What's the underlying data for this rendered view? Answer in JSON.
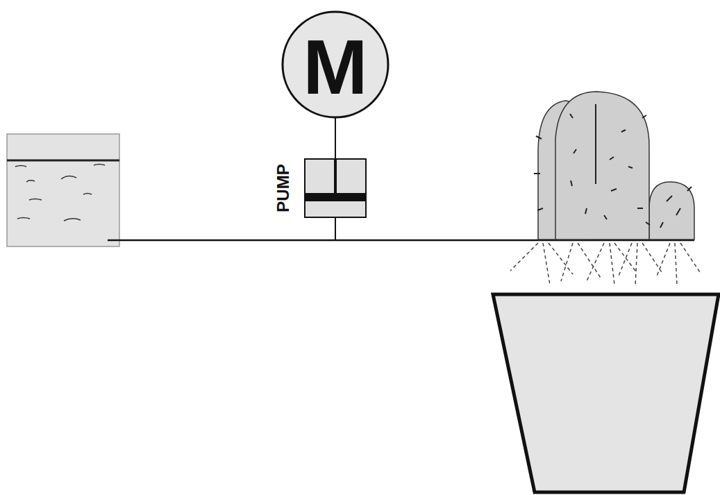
{
  "diagram": {
    "nodes": [
      {
        "text": [
          "M"
        ]
      },
      {
        "text": [
          "PUMP"
        ]
      }
    ],
    "edges": [
      {
        "from": 0,
        "to": 1,
        "arrow": "none"
      }
    ]
  }
}
